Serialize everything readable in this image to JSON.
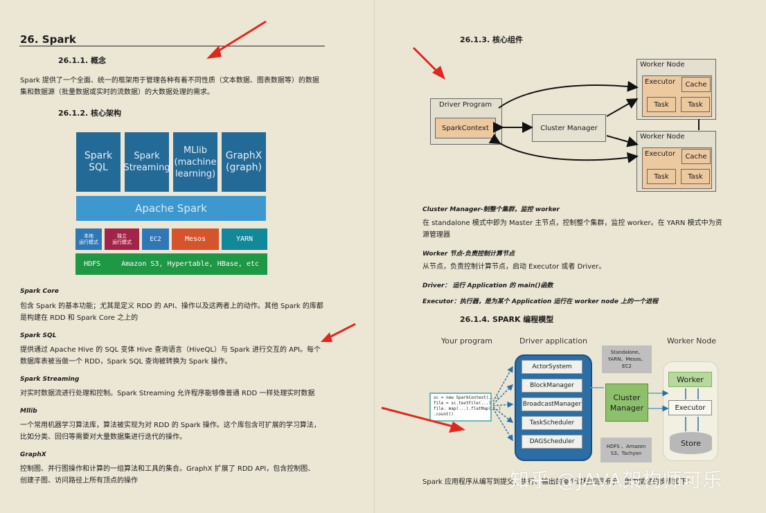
{
  "left": {
    "section_title": "26.   Spark",
    "sub1": "26.1.1.    概念",
    "concept_text_1": "Spark 提供了一个全面、统一的框架用于管理各种有着不同性质（文本数据、图表数据等）的数据",
    "concept_text_2": "集和数据源（批量数据或实时的流数据）的大数据处理的需求。",
    "sub2": "26.1.2.    核心架构",
    "stack": {
      "spark_sql": "Spark\nSQL",
      "streaming": "Spark\nStreaming",
      "mllib": "MLlib\n(machine\nlearning)",
      "graphx": "GraphX\n(graph)",
      "apache_spark": "Apache Spark",
      "local": "本地\n运行模式",
      "standalone": "独立\n运行模式",
      "ec2": "EC2",
      "mesos": "Mesos",
      "yarn": "YARN",
      "storage": "HDFS     Amazon S3, Hypertable, HBase, etc"
    },
    "core_term": "Spark Core",
    "core_text_1": "包含 Spark 的基本功能；尤其是定义 RDD 的 API、操作以及这两者上的动作。其他 Spark 的库都",
    "core_text_2": "是构建在 RDD 和 Spark Core 之上的",
    "sql_term": "Spark SQL",
    "sql_text_1": "提供通过 Apache Hive 的 SQL 变体 Hive 查询语言（HiveQL）与 Spark 进行交互的 API。每个",
    "sql_text_2": "数据库表被当做一个 RDD，Spark SQL 查询被转换为 Spark 操作。",
    "streaming_term": "Spark Streaming",
    "streaming_text": "对实时数据流进行处理和控制。Spark Streaming 允许程序能够像普通 RDD 一样处理实时数据",
    "mllib_term": "Mllib",
    "mllib_text_1": "一个常用机器学习算法库，算法被实现为对 RDD 的 Spark 操作。这个库包含可扩展的学习算法，",
    "mllib_text_2": "比如分类、回归等需要对大量数据集进行迭代的操作。",
    "graphx_term": "GraphX",
    "graphx_text_1": "控制图、并行图操作和计算的一组算法和工具的集合。GraphX 扩展了 RDD API，包含控制图、",
    "graphx_text_2": "创建子图、访问路径上所有顶点的操作"
  },
  "right": {
    "sub3": "26.1.3.    核心组件",
    "cluster": {
      "driver_program": "Driver Program",
      "spark_context": "SparkContext",
      "cluster_manager": "Cluster Manager",
      "worker_node": "Worker Node",
      "executor": "Executor",
      "cache": "Cache",
      "task": "Task"
    },
    "cm_term": "Cluster Manager-制整个集群，监控 worker",
    "cm_text_1": "在 standalone 模式中即为 Master 主节点，控制整个集群，监控 worker。在 YARN 模式中为资",
    "cm_text_2": "源管理器",
    "worker_term": "Worker 节点-负责控制计算节点",
    "worker_text": "从节点，负责控制计算节点，启动 Executor 或者 Driver。",
    "driver_term": "Driver： 运行 Application 的 main()函数",
    "executor_term": "Executor：执行器，是为某个 Application 运行在 worker node 上的一个进程",
    "sub4": "26.1.4.    SPARK 编程模型",
    "model": {
      "your_program": "Your program",
      "driver_application": "Driver application",
      "worker_node": "Worker Node",
      "code": "sc = new SparkContext(...)\nfile = sc.textFile(...)\nfile. map(...).flatMap(...)\n.count()",
      "components": [
        "ActorSystem",
        "BlockManager",
        "BroadcastManager",
        "TaskScheduler",
        "DAGScheduler"
      ],
      "cluster_manager": "Cluster\nManager",
      "standalone_note": "Standalone、\nYARN、Mesos、\nEC2",
      "storage_note": "HDFS 、Amazon\nS3、Tachyon",
      "worker": "Worker",
      "executor": "Executor",
      "store": "Store"
    },
    "bottom_text": "Spark 应用程序从编写到提交、执行、输出的整个过程如图所示，图中描述的步骤如下：",
    "watermark": "知乎 @JAVA架构师可乐"
  }
}
